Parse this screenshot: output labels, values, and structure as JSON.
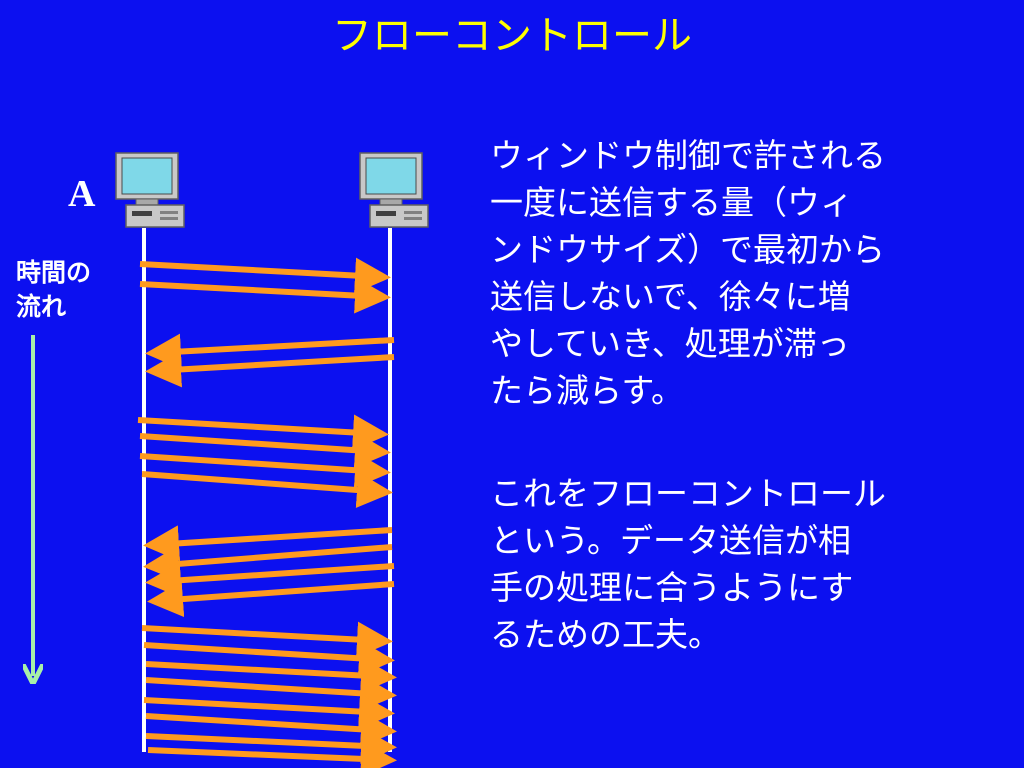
{
  "slide": {
    "title": "フローコントロール",
    "host_label": "A",
    "time_label": [
      "時間の",
      "流れ"
    ],
    "paragraph1": [
      "ウィンドウ制御で許される",
      "一度に送信する量（ウィ",
      "ンドウサイズ）で最初から",
      "送信しないで、徐々に増",
      "やしていき、処理が滞っ",
      "たら減らす。"
    ],
    "paragraph2": [
      "これをフローコントロール",
      "という。データ送信が相",
      "手の処理に合うようにす",
      "るための工夫。"
    ]
  },
  "colors": {
    "background": "#0c10f0",
    "title": "#ffff00",
    "arrow": "#ff9a1e",
    "timeline": "#ffffff",
    "time_arrow": "#a8f0a8"
  },
  "icons": {
    "left_host": "computer-icon",
    "right_host": "computer-icon"
  }
}
